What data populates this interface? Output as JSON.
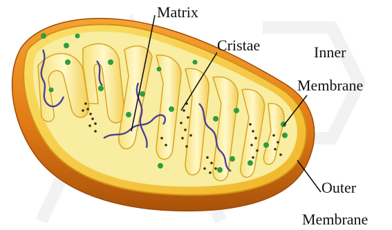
{
  "diagram": {
    "subject": "mitochondrion cross-section",
    "labels": {
      "matrix": "Matrix",
      "cristae": "Cristae",
      "inner_membrane_line1": "Inner",
      "inner_membrane_line2": "Membrane",
      "outer_membrane_line1": "Outer",
      "outer_membrane_line2": "Membrane"
    },
    "colors": {
      "outer_shell": "#e07a14",
      "outer_shell_dark": "#b35709",
      "inner_membrane": "#f3c93a",
      "matrix_fill": "#f8eda0",
      "cristae_fill": "#fbf0a8",
      "granules": "#2f9c3e",
      "dna_strand": "#4b3f9a",
      "ribosome_dots": "#3a2a10",
      "leader_lines": "#111111",
      "watermark": "#d9d9d9"
    }
  }
}
